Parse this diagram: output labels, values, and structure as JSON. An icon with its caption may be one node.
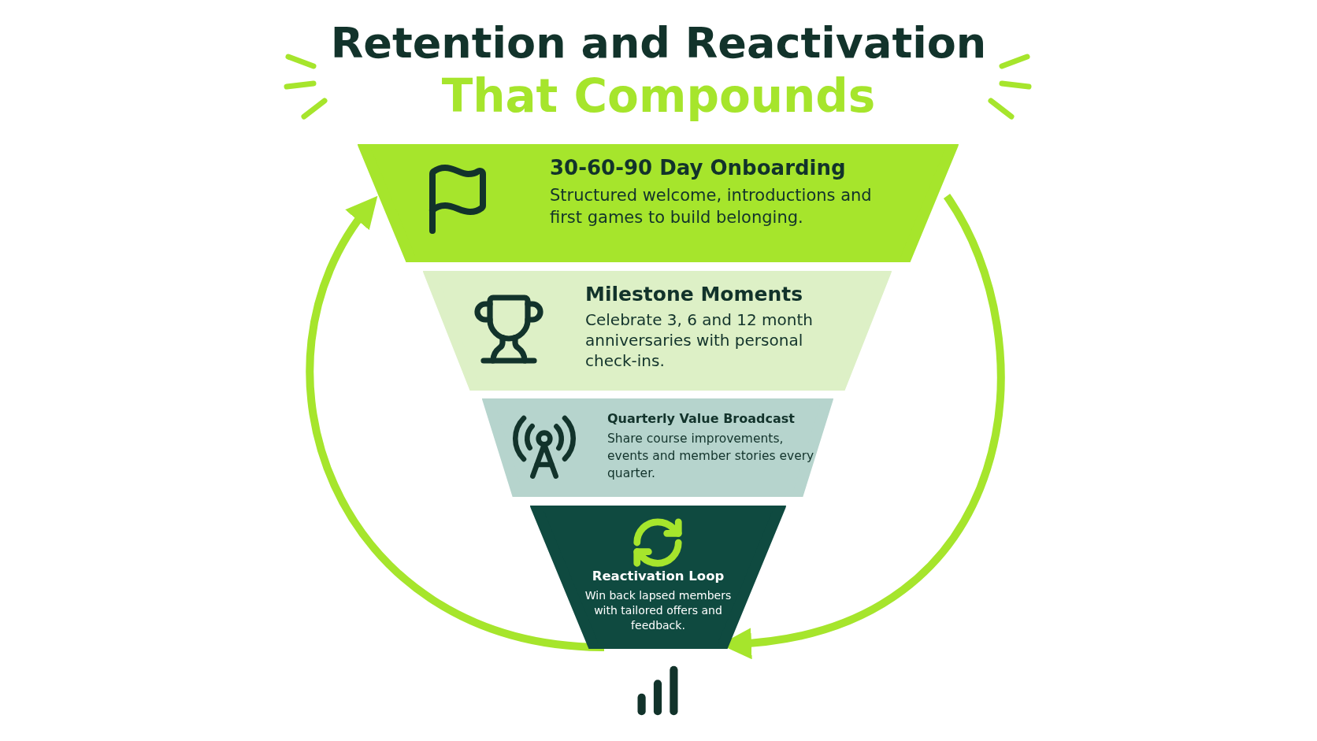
{
  "diagram": {
    "title": "Retention and Reactivation",
    "nodes": [
      {
        "text": [
          "30-60-90 Day Onboarding",
          "Structured welcome, introductions and first games to build belonging."
        ]
      },
      {
        "text": [
          "Milestone Moments",
          "Celebrate 3, 6 and 12 month anniversaries with personal check-ins."
        ]
      },
      {
        "text": [
          "Quarterly Value Broadcast",
          "Share course improvements, events and member stories every quarter."
        ]
      },
      {
        "text": [
          "Reactivation Loop",
          "Win back lapsed members with tailored offers and feedback."
        ]
      }
    ],
    "edges": [
      {
        "from": 3,
        "to": 0,
        "arrow": "to"
      },
      {
        "from": 0,
        "to": 3,
        "arrow": "to"
      }
    ],
    "labels": [
      "That Compounds"
    ]
  }
}
